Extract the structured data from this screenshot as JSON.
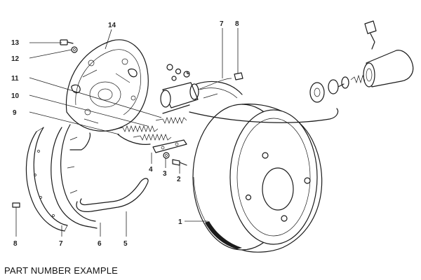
{
  "caption": "PART NUMBER EXAMPLE",
  "callouts": {
    "n1": "1",
    "n2": "2",
    "n3": "3",
    "n4": "4",
    "n5": "5",
    "n6": "6",
    "n7a": "7",
    "n7b": "7",
    "n8a": "8",
    "n8b": "8",
    "n9": "9",
    "n10": "10",
    "n11": "11",
    "n12": "12",
    "n13": "13",
    "n14": "14"
  }
}
